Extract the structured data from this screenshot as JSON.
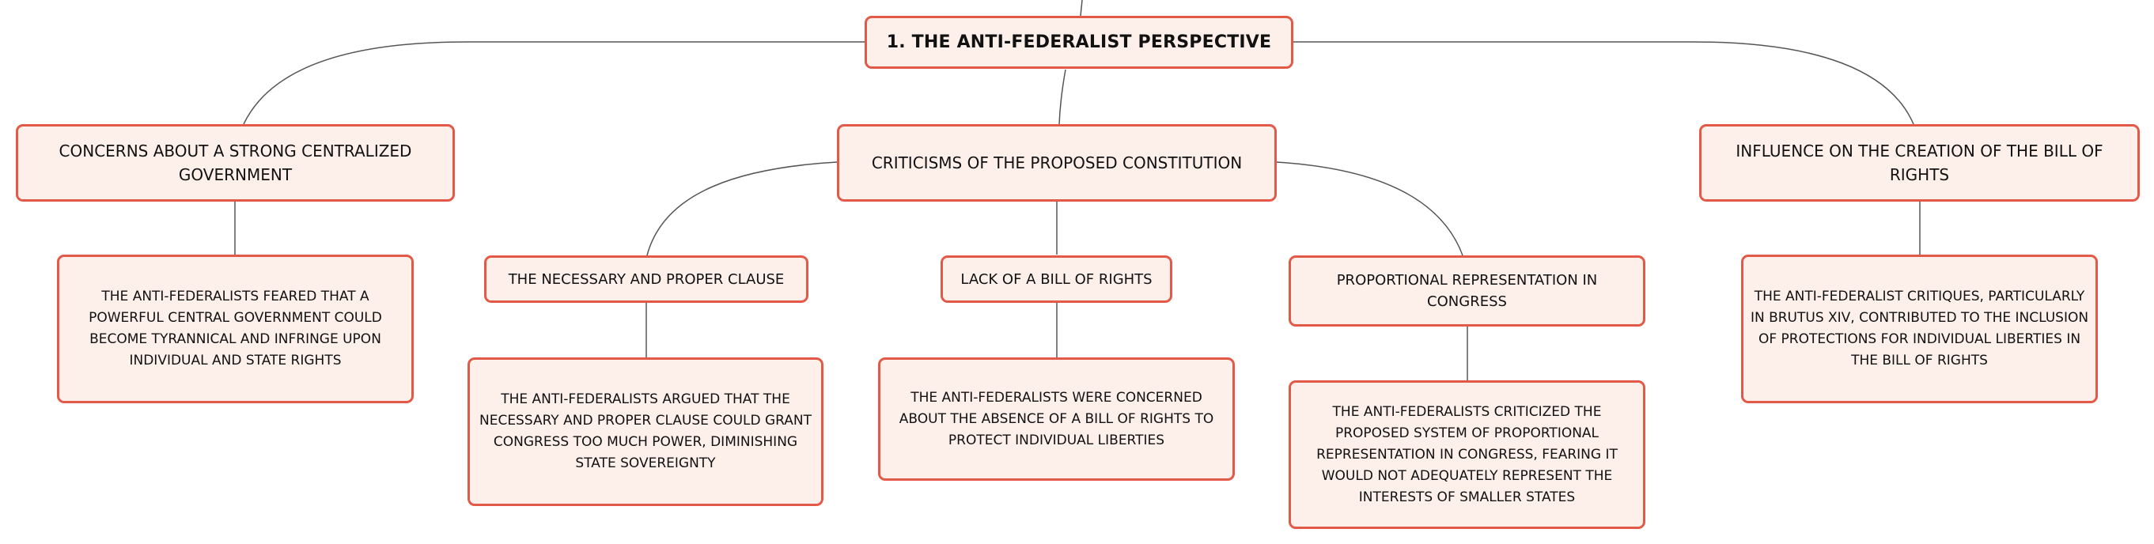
{
  "root": {
    "label": "1. THE ANTI-FEDERALIST PERSPECTIVE"
  },
  "topics": {
    "concerns": {
      "label": "CONCERNS ABOUT A STRONG CENTRALIZED GOVERNMENT",
      "detail": "THE ANTI-FEDERALISTS FEARED THAT A POWERFUL CENTRAL GOVERNMENT COULD BECOME TYRANNICAL AND INFRINGE UPON INDIVIDUAL AND STATE RIGHTS"
    },
    "criticisms": {
      "label": "CRITICISMS OF THE PROPOSED CONSTITUTION",
      "subtopics": {
        "necessary": {
          "label": "THE NECESSARY AND PROPER CLAUSE",
          "detail": "THE ANTI-FEDERALISTS ARGUED THAT THE NECESSARY AND PROPER CLAUSE COULD GRANT CONGRESS TOO MUCH POWER, DIMINISHING STATE SOVEREIGNTY"
        },
        "bill": {
          "label": "LACK OF A BILL OF RIGHTS",
          "detail": "THE ANTI-FEDERALISTS WERE CONCERNED ABOUT THE ABSENCE OF A BILL OF RIGHTS TO PROTECT INDIVIDUAL LIBERTIES"
        },
        "proportional": {
          "label": "PROPORTIONAL REPRESENTATION IN CONGRESS",
          "detail": "THE ANTI-FEDERALISTS CRITICIZED THE PROPOSED SYSTEM OF PROPORTIONAL REPRESENTATION IN CONGRESS, FEARING IT WOULD NOT ADEQUATELY REPRESENT THE INTERESTS OF SMALLER STATES"
        }
      }
    },
    "influence": {
      "label": "INFLUENCE ON THE CREATION OF THE BILL OF RIGHTS",
      "detail": "THE ANTI-FEDERALIST CRITIQUES, PARTICULARLY IN BRUTUS XIV, CONTRIBUTED TO THE INCLUSION OF PROTECTIONS FOR INDIVIDUAL LIBERTIES IN THE BILL OF RIGHTS"
    }
  },
  "colors": {
    "node_fill": "#fdefea",
    "node_border": "#e25a47",
    "connector": "#555555"
  }
}
